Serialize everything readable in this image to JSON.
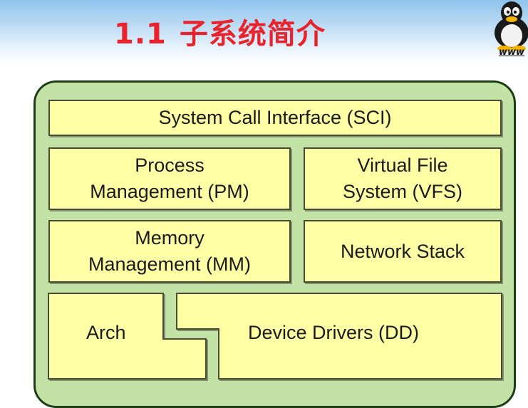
{
  "slide": {
    "number": "1.1",
    "title": "子系统简介"
  },
  "logo": {
    "icon": "tux-penguin-icon",
    "text": "www"
  },
  "diagram": {
    "sci": "System Call Interface (SCI)",
    "pm": [
      "Process",
      "Management (PM)"
    ],
    "vfs": [
      "Virtual File",
      "System (VFS)"
    ],
    "mm": [
      "Memory",
      "Management (MM)"
    ],
    "net": "Network Stack",
    "arch": "Arch",
    "dd": "Device Drivers (DD)"
  },
  "colors": {
    "title": "#e8232b",
    "outer_fill": "#c3e3a6",
    "outer_border": "#1d3d14",
    "box_fill": "#ffffa6",
    "box_border": "#4a4a35"
  }
}
